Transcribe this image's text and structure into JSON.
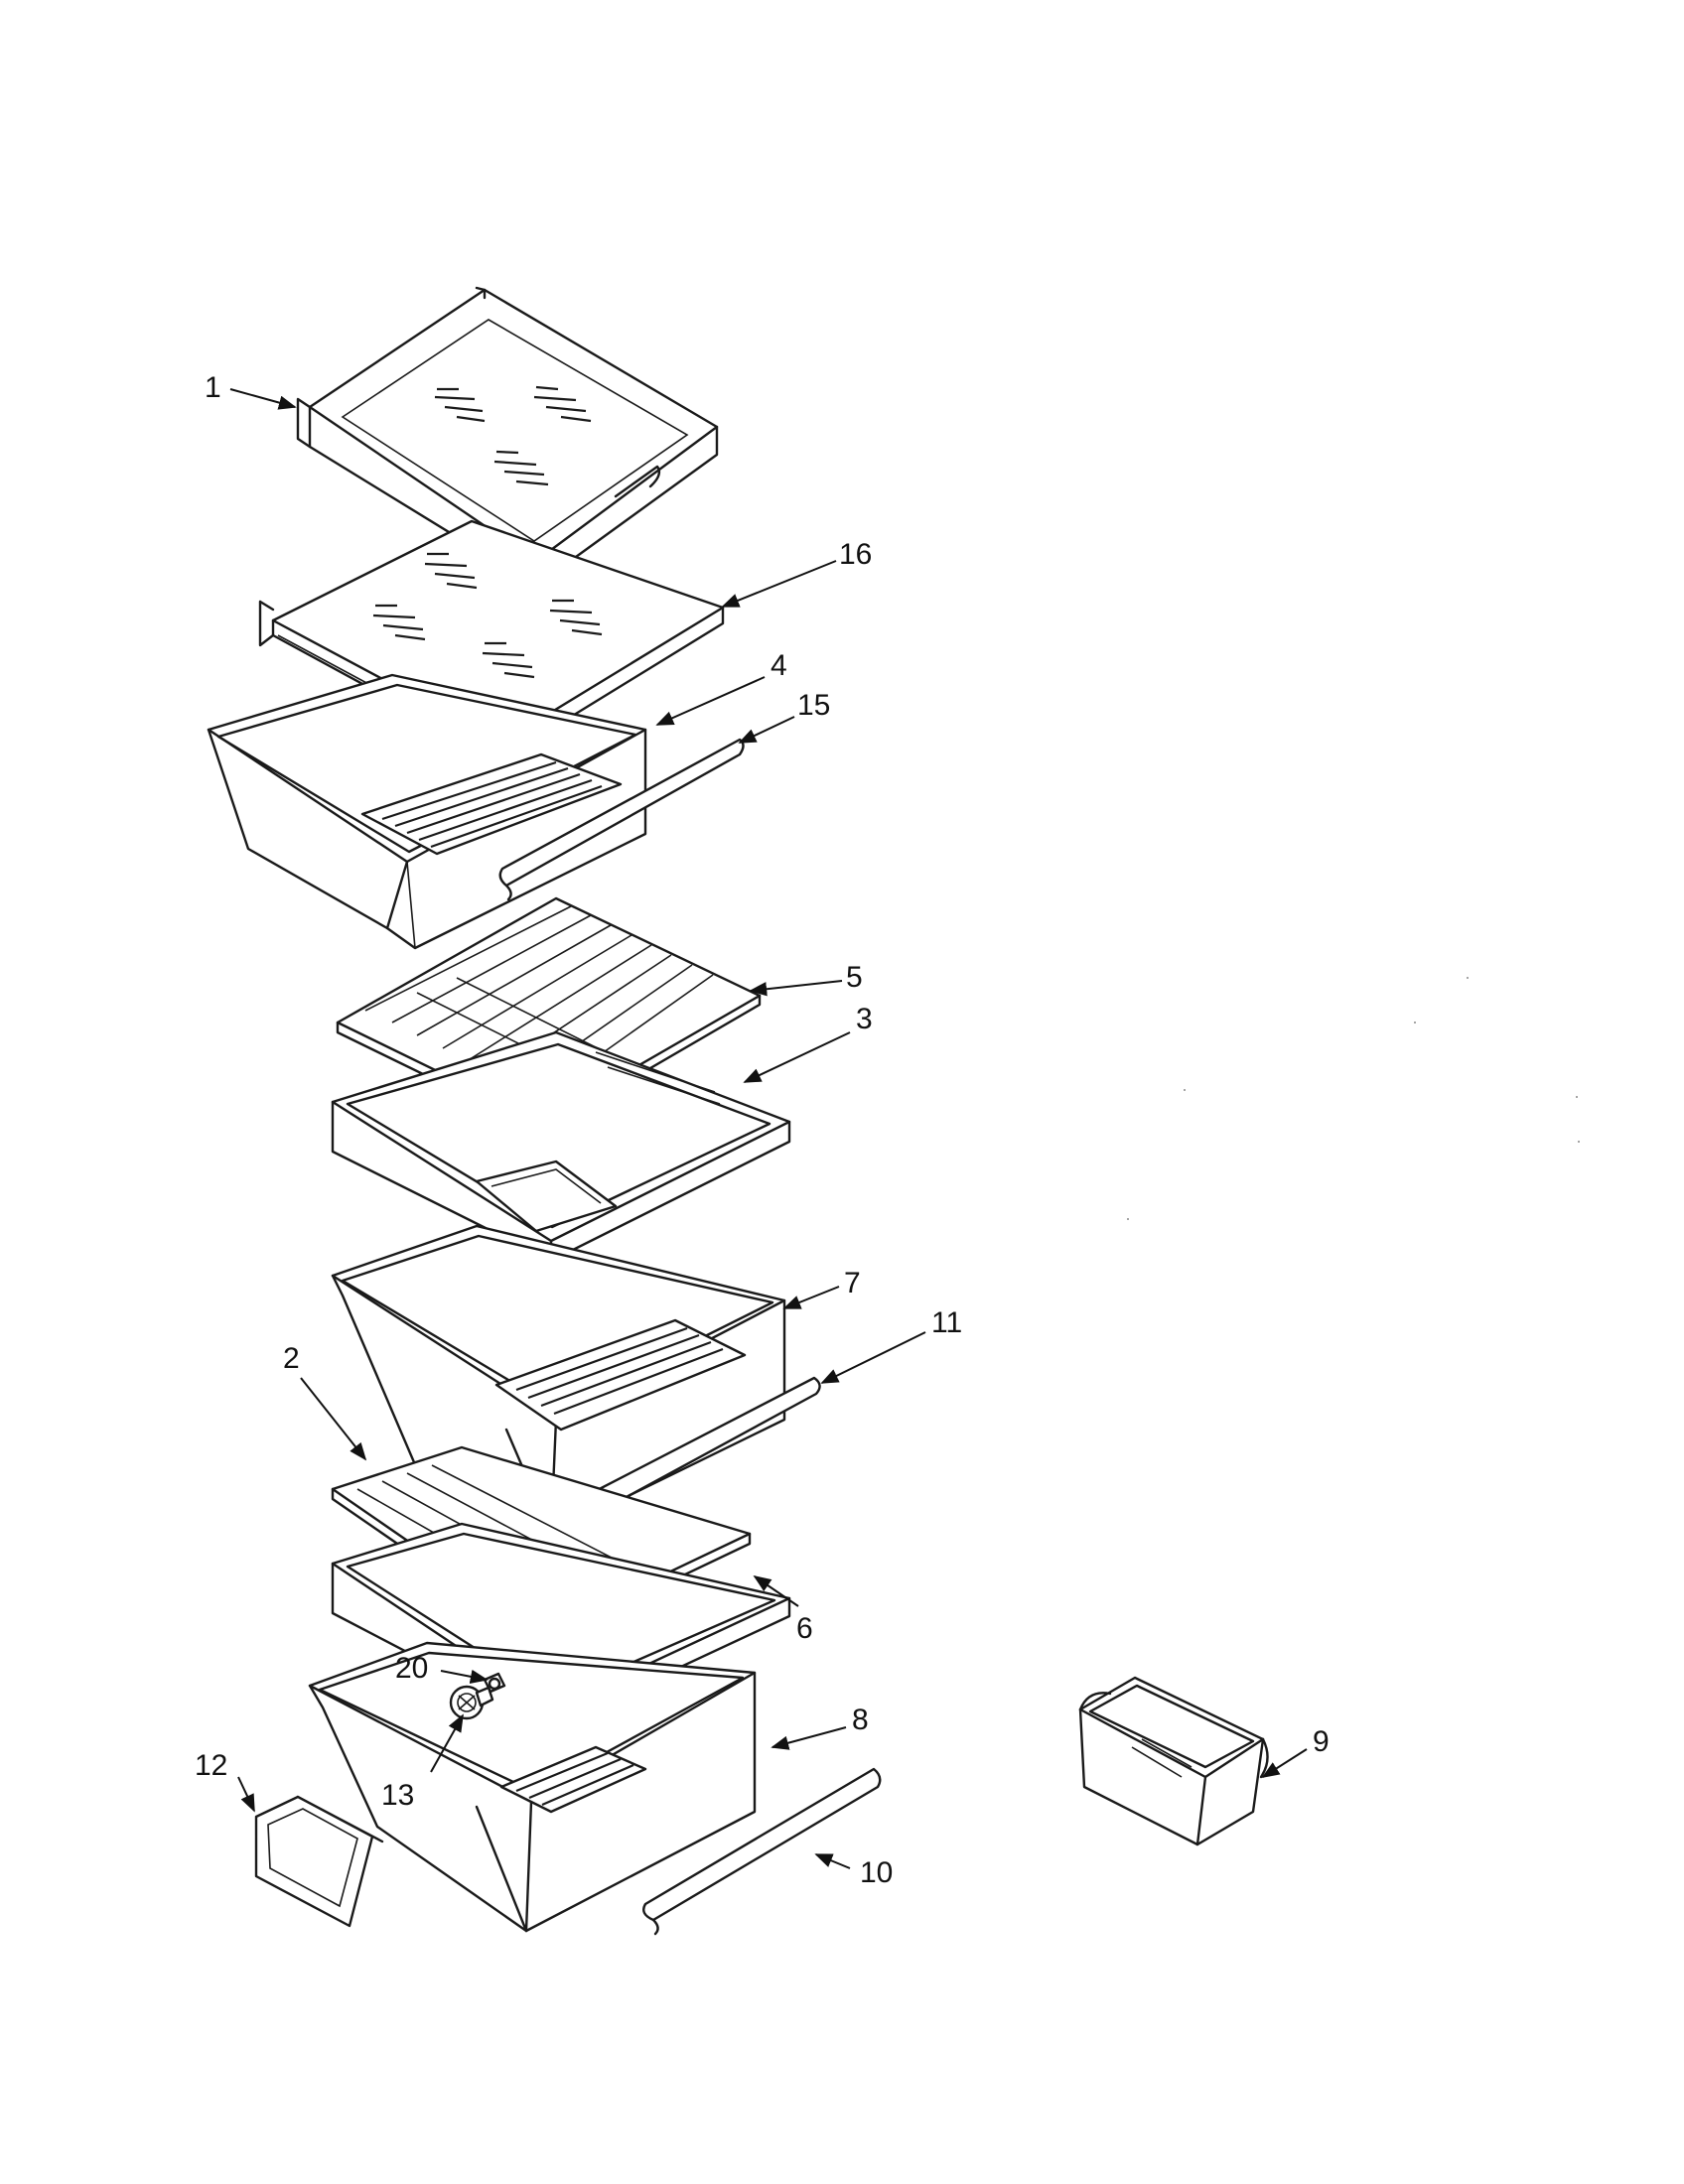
{
  "diagram": {
    "callouts": [
      {
        "id": "1",
        "label": "1"
      },
      {
        "id": "16",
        "label": "16"
      },
      {
        "id": "4",
        "label": "4"
      },
      {
        "id": "15",
        "label": "15"
      },
      {
        "id": "5",
        "label": "5"
      },
      {
        "id": "3",
        "label": "3"
      },
      {
        "id": "7",
        "label": "7"
      },
      {
        "id": "11",
        "label": "11"
      },
      {
        "id": "2",
        "label": "2"
      },
      {
        "id": "6",
        "label": "6"
      },
      {
        "id": "20",
        "label": "20"
      },
      {
        "id": "8",
        "label": "8"
      },
      {
        "id": "12",
        "label": "12"
      },
      {
        "id": "13",
        "label": "13"
      },
      {
        "id": "9",
        "label": "9"
      },
      {
        "id": "10",
        "label": "10"
      }
    ]
  }
}
